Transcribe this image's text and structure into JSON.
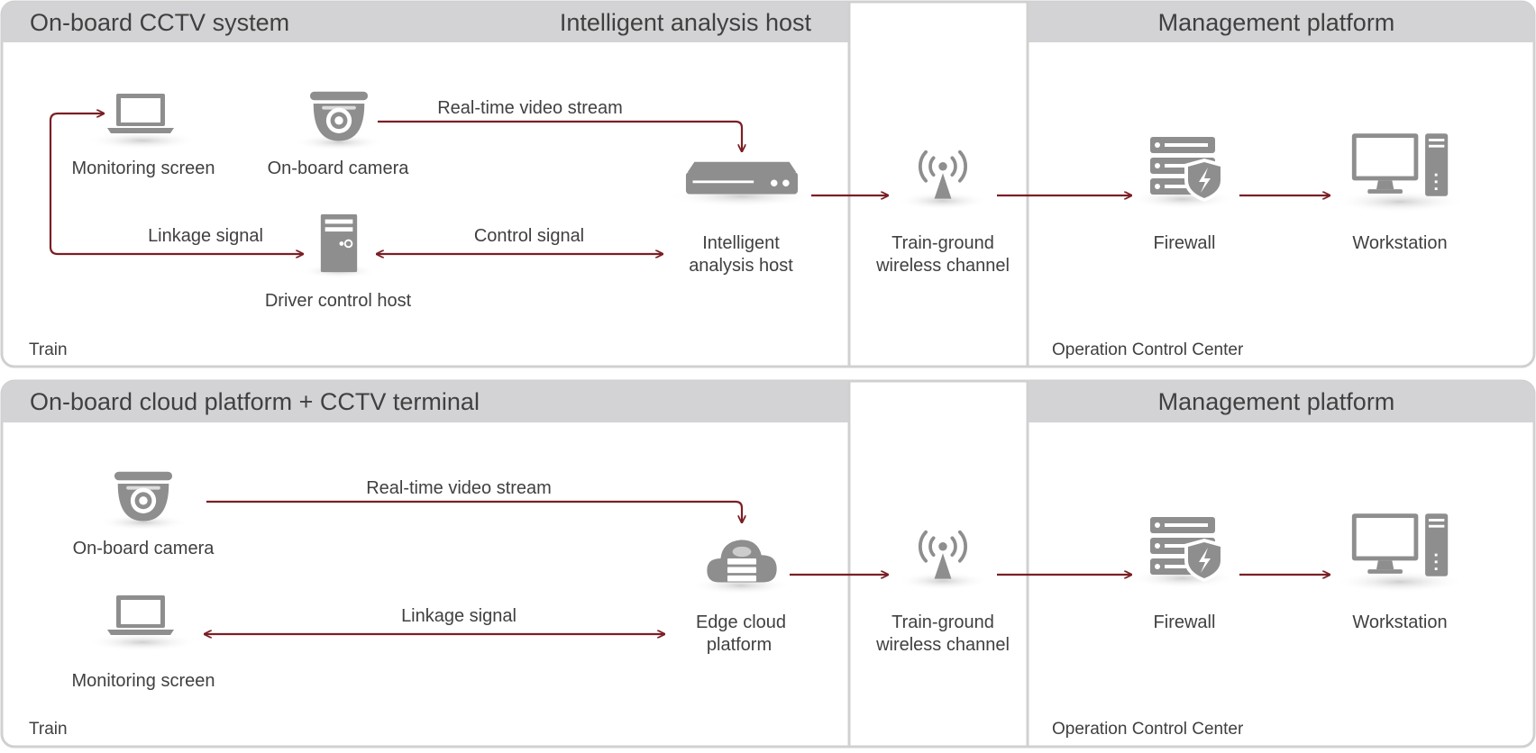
{
  "panel_top": {
    "header_left": "On-board CCTV system",
    "header_mid": "Intelligent analysis host",
    "header_right": "Management platform",
    "monitoring_screen": "Monitoring screen",
    "onboard_camera": "On-board camera",
    "driver_control_host": "Driver control host",
    "intelligent_host_l1": "Intelligent",
    "intelligent_host_l2": "analysis host",
    "wireless_l1": "Train-ground",
    "wireless_l2": "wireless channel",
    "firewall": "Firewall",
    "workstation": "Workstation",
    "sig_realtime": "Real-time video stream",
    "sig_linkage": "Linkage signal",
    "sig_control": "Control signal",
    "train": "Train",
    "occ": "Operation Control Center"
  },
  "panel_bottom": {
    "header_left": "On-board cloud platform + CCTV terminal",
    "header_right": "Management platform",
    "onboard_camera": "On-board camera",
    "monitoring_screen": "Monitoring screen",
    "edge_cloud_l1": "Edge cloud",
    "edge_cloud_l2": "platform",
    "wireless_l1": "Train-ground",
    "wireless_l2": "wireless channel",
    "firewall": "Firewall",
    "workstation": "Workstation",
    "sig_realtime": "Real-time video stream",
    "sig_linkage": "Linkage signal",
    "train": "Train",
    "occ": "Operation Control Center"
  },
  "colors": {
    "arrow": "#7a1f24",
    "header_fill": "#d3d3d5",
    "icon": "#8e8e8e",
    "border": "#d0d0d0"
  }
}
